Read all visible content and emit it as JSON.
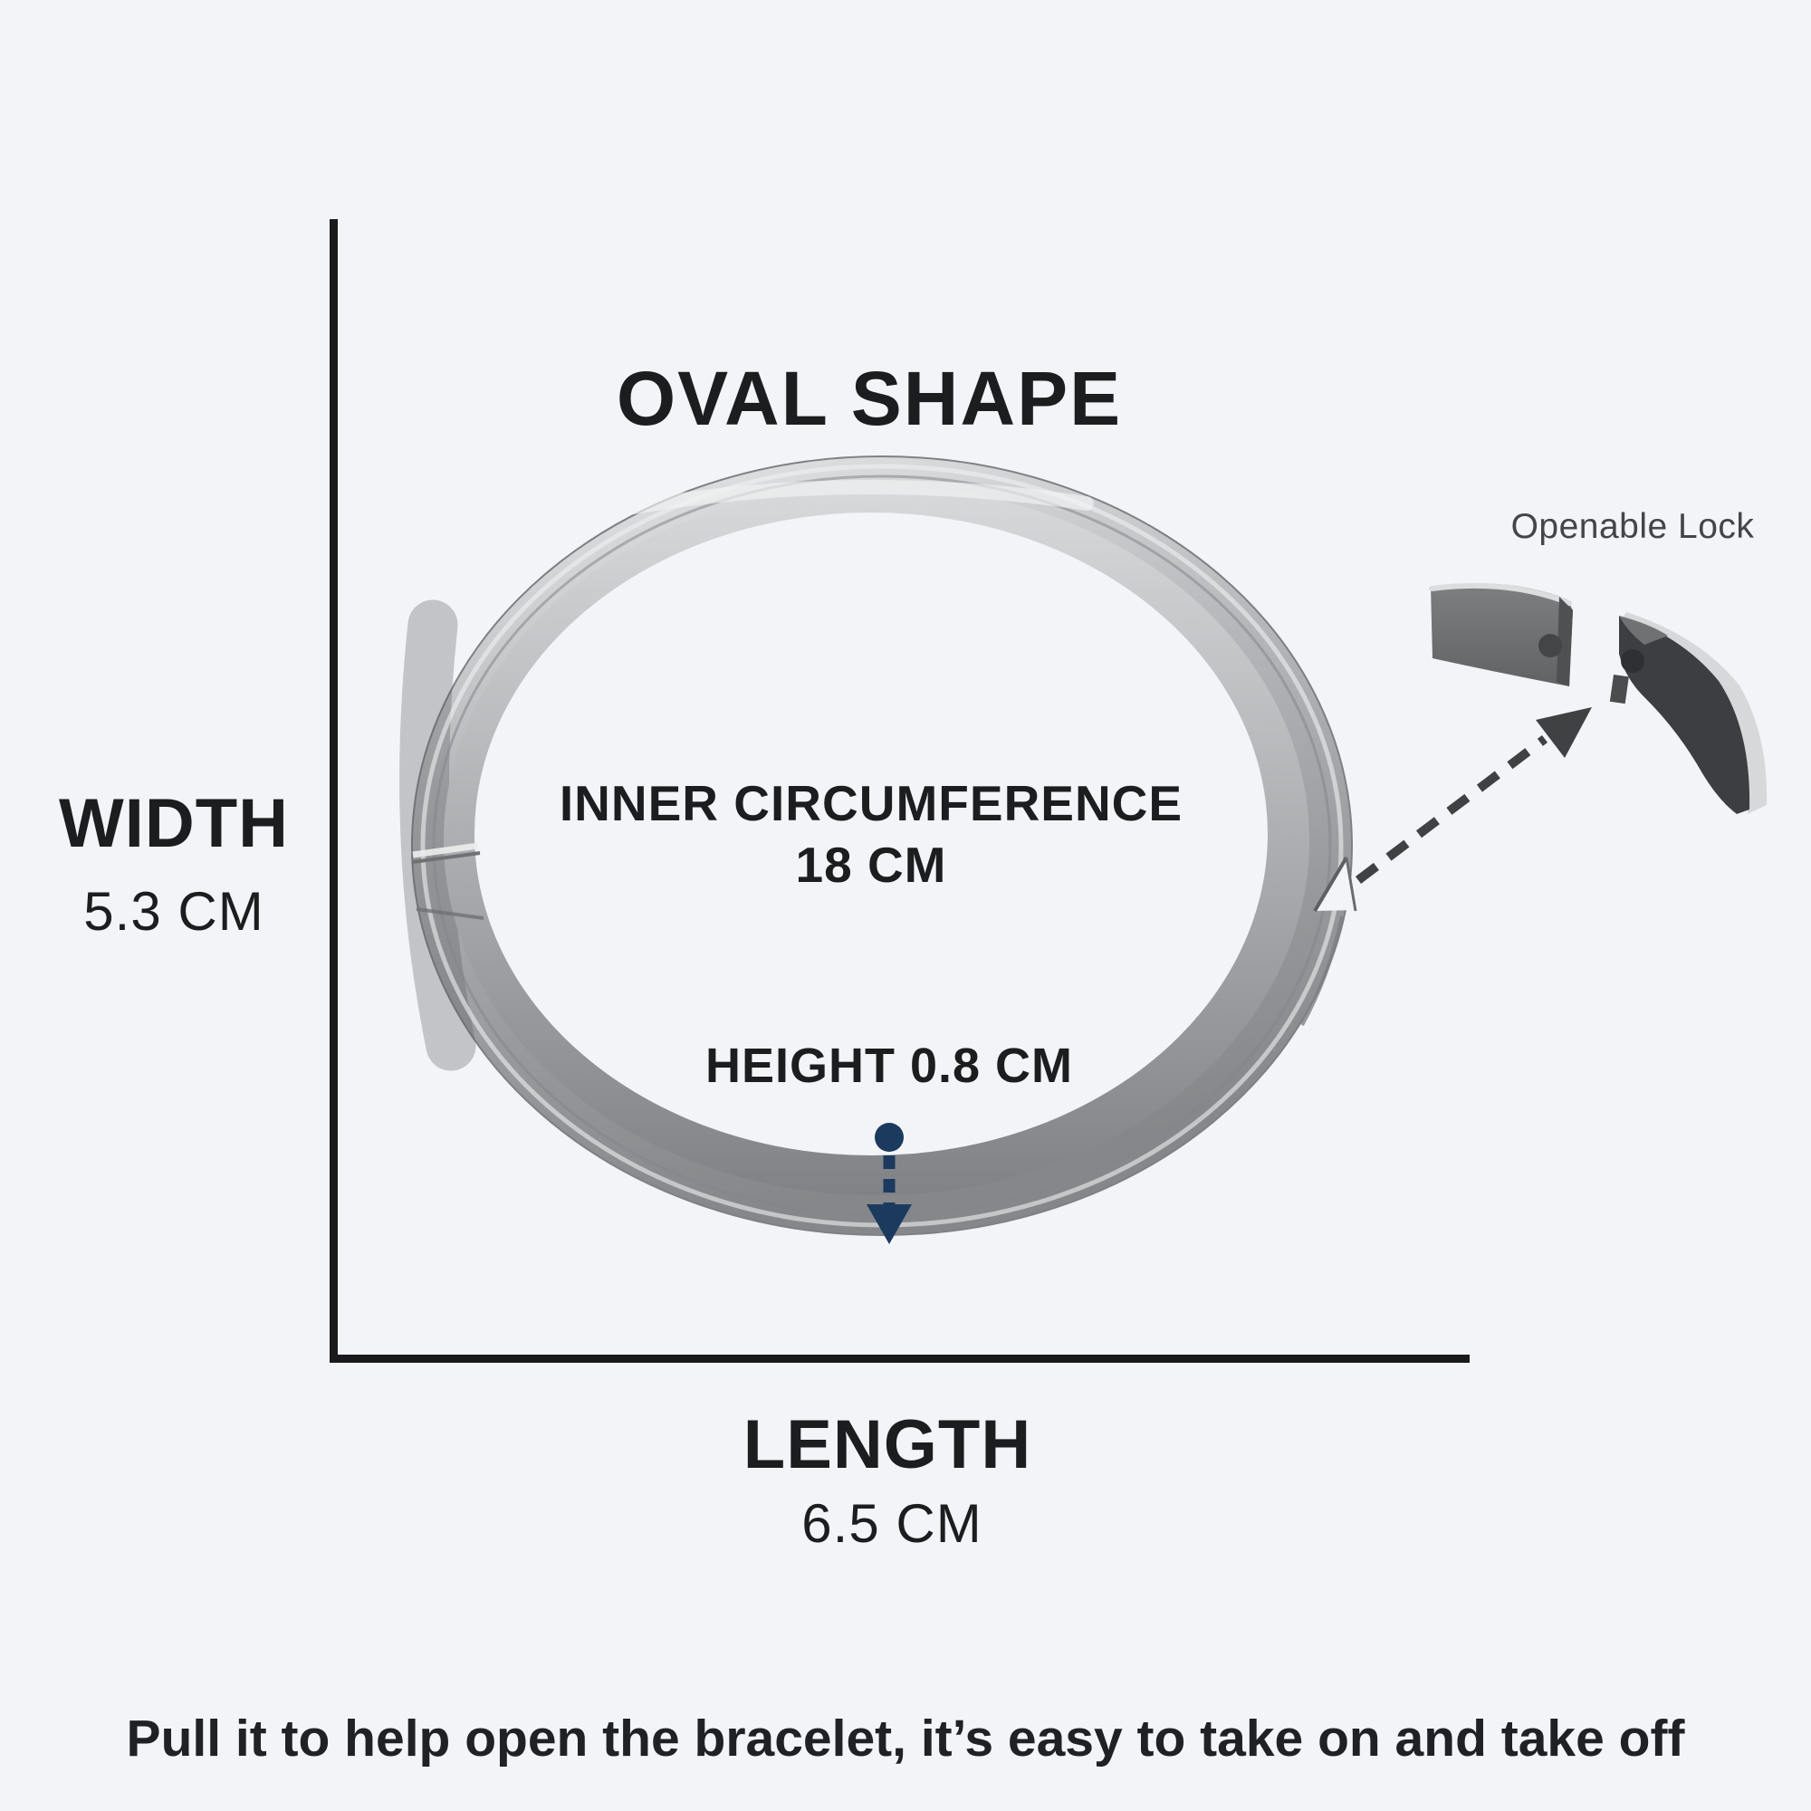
{
  "title": "OVAL SHAPE",
  "bracelet": {
    "inner_circumference_label": "INNER CIRCUMFERENCE",
    "inner_circumference_value": "18 CM",
    "height_label": "HEIGHT 0.8 CM"
  },
  "axes": {
    "width_label": "WIDTH",
    "width_value": "5.3 CM",
    "length_label": "LENGTH",
    "length_value": "6.5 CM"
  },
  "lock": {
    "label": "Openable Lock"
  },
  "footer_note": "Pull it to help open the bracelet, it’s easy to take on and take off",
  "icons": {
    "height_arrow": "down-arrow-icon",
    "lock_pointer": "dashed-arrow-icon"
  },
  "colors": {
    "background": "#f3f4f8",
    "text": "#1c1d1f",
    "accent_navy": "#1c3a5e",
    "arrow_gray": "#3f4143",
    "metal_light": "#e8e9ea",
    "metal_dark": "#87898c"
  }
}
